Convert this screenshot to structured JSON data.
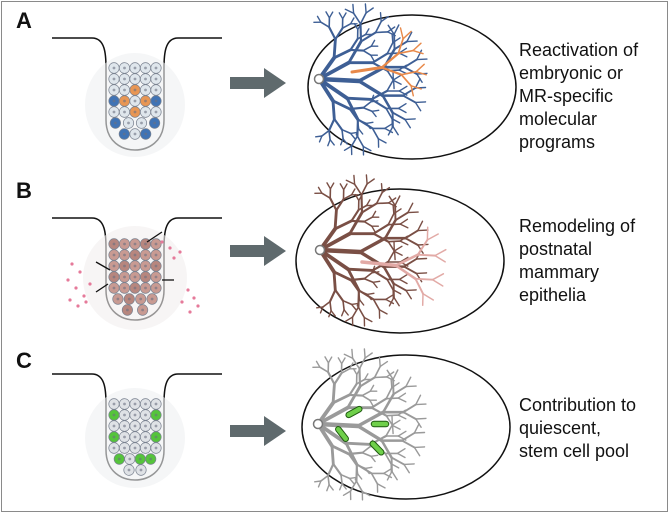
{
  "panels": [
    {
      "letter": "A",
      "caption_lines": [
        "Reactivation of",
        "embryonic or",
        "MR-specific",
        "molecular",
        "programs"
      ],
      "tree_colors": {
        "main": "#3e5f95",
        "highlight": "#e8894a"
      },
      "cell_accents": [
        "#e89654",
        "#3f73b5"
      ]
    },
    {
      "letter": "B",
      "caption_lines": [
        "Remodeling of",
        "postnatal",
        "mammary",
        "epithelia"
      ],
      "tree_colors": {
        "main": "#7a4f45",
        "highlight": "#e2aaa6"
      },
      "cell_accents": [
        "#c89a92",
        "#e57a9a"
      ]
    },
    {
      "letter": "C",
      "caption_lines": [
        "Contribution to",
        "quiescent,",
        "stem cell pool"
      ],
      "tree_colors": {
        "main": "#9a9a9a",
        "highlight": "#6fd04a"
      },
      "cell_accents": [
        "#55c43b"
      ]
    }
  ],
  "colors": {
    "arrow": "#5f6a6d",
    "outline": "#111111",
    "cell": "#dfe6ec"
  }
}
